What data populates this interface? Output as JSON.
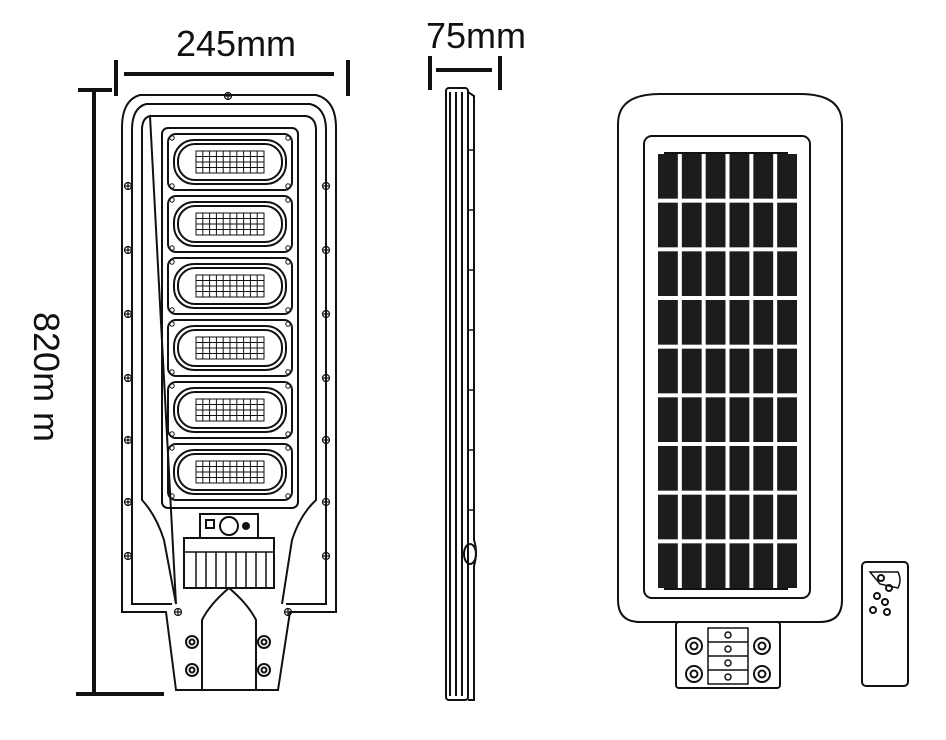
{
  "dimensions": {
    "width_label": "245mm",
    "depth_label": "75mm",
    "height_label": "820m m"
  },
  "front_view": {
    "led_module_count": 6
  },
  "solar_panel": {
    "cell_columns": 6,
    "cell_rows": 9
  },
  "colors": {
    "line": "#111111",
    "cell": "#1c1c1c",
    "background": "#ffffff"
  }
}
